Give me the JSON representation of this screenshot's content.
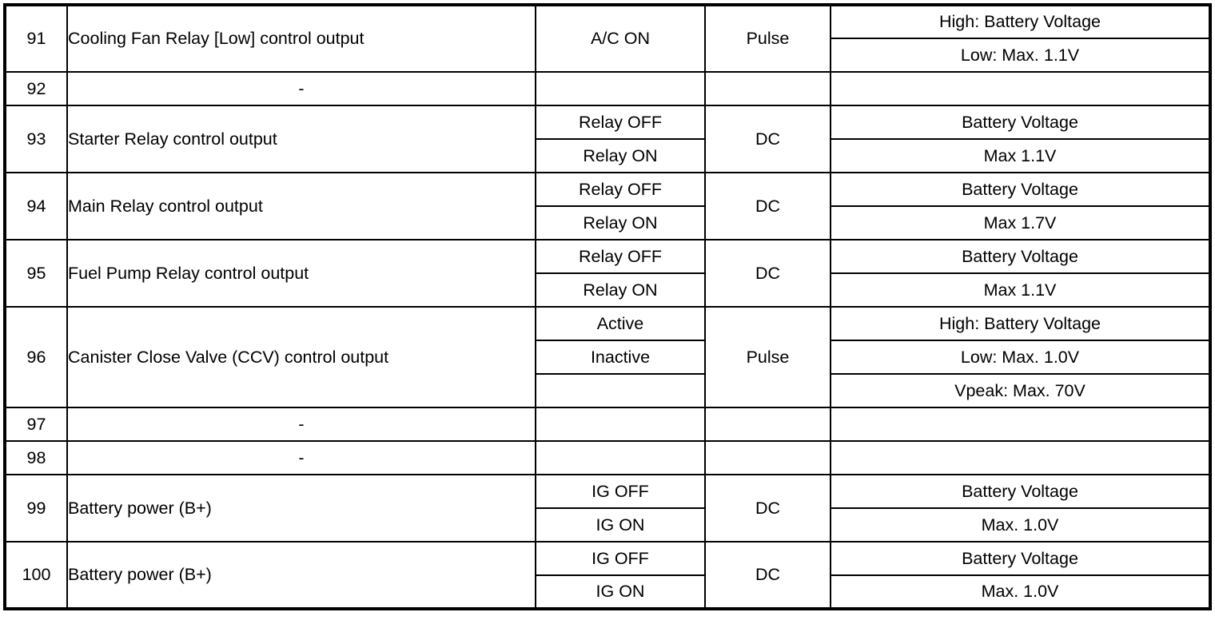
{
  "table": {
    "columns": [
      "pin",
      "description",
      "condition",
      "signal_type",
      "value"
    ],
    "rows": [
      {
        "pin": "91",
        "description": "Cooling Fan Relay [Low] control output",
        "signal_type": "Pulse",
        "lines": [
          {
            "condition": "A/C ON",
            "value": "High: Battery Voltage"
          },
          {
            "condition": "",
            "value": "Low: Max. 1.1V"
          }
        ],
        "condition_merged": true
      },
      {
        "pin": "92",
        "description": "-",
        "signal_type": "",
        "lines": [
          {
            "condition": "",
            "value": ""
          }
        ],
        "empty": true
      },
      {
        "pin": "93",
        "description": "Starter Relay control output",
        "signal_type": "DC",
        "lines": [
          {
            "condition": "Relay OFF",
            "value": "Battery Voltage"
          },
          {
            "condition": "Relay ON",
            "value": "Max 1.1V"
          }
        ],
        "condition_merged": false
      },
      {
        "pin": "94",
        "description": "Main Relay control output",
        "signal_type": "DC",
        "lines": [
          {
            "condition": "Relay OFF",
            "value": "Battery Voltage"
          },
          {
            "condition": "Relay ON",
            "value": "Max 1.7V"
          }
        ],
        "condition_merged": false
      },
      {
        "pin": "95",
        "description": "Fuel Pump Relay control output",
        "signal_type": "DC",
        "lines": [
          {
            "condition": "Relay OFF",
            "value": "Battery Voltage"
          },
          {
            "condition": "Relay ON",
            "value": "Max 1.1V"
          }
        ],
        "condition_merged": false
      },
      {
        "pin": "96",
        "description": "Canister Close Valve (CCV) control output",
        "signal_type": "Pulse",
        "lines": [
          {
            "condition": "Active",
            "value": "High: Battery Voltage"
          },
          {
            "condition": "Inactive",
            "value": "Low: Max. 1.0V"
          },
          {
            "condition": "",
            "value": "Vpeak: Max. 70V"
          }
        ],
        "condition_merged": false
      },
      {
        "pin": "97",
        "description": "-",
        "signal_type": "",
        "lines": [
          {
            "condition": "",
            "value": ""
          }
        ],
        "empty": true
      },
      {
        "pin": "98",
        "description": "-",
        "signal_type": "",
        "lines": [
          {
            "condition": "",
            "value": ""
          }
        ],
        "empty": true
      },
      {
        "pin": "99",
        "description": "Battery power (B+)",
        "signal_type": "DC",
        "lines": [
          {
            "condition": "IG OFF",
            "value": "Battery Voltage"
          },
          {
            "condition": "IG ON",
            "value": "Max. 1.0V"
          }
        ],
        "condition_merged": false
      },
      {
        "pin": "100",
        "description": "Battery power (B+)",
        "signal_type": "DC",
        "lines": [
          {
            "condition": "IG OFF",
            "value": "Battery Voltage"
          },
          {
            "condition": "IG ON",
            "value": "Max. 1.0V"
          }
        ],
        "condition_merged": false
      }
    ]
  },
  "style": {
    "border_color": "#000000",
    "text_color": "#000000",
    "background": "#ffffff"
  }
}
